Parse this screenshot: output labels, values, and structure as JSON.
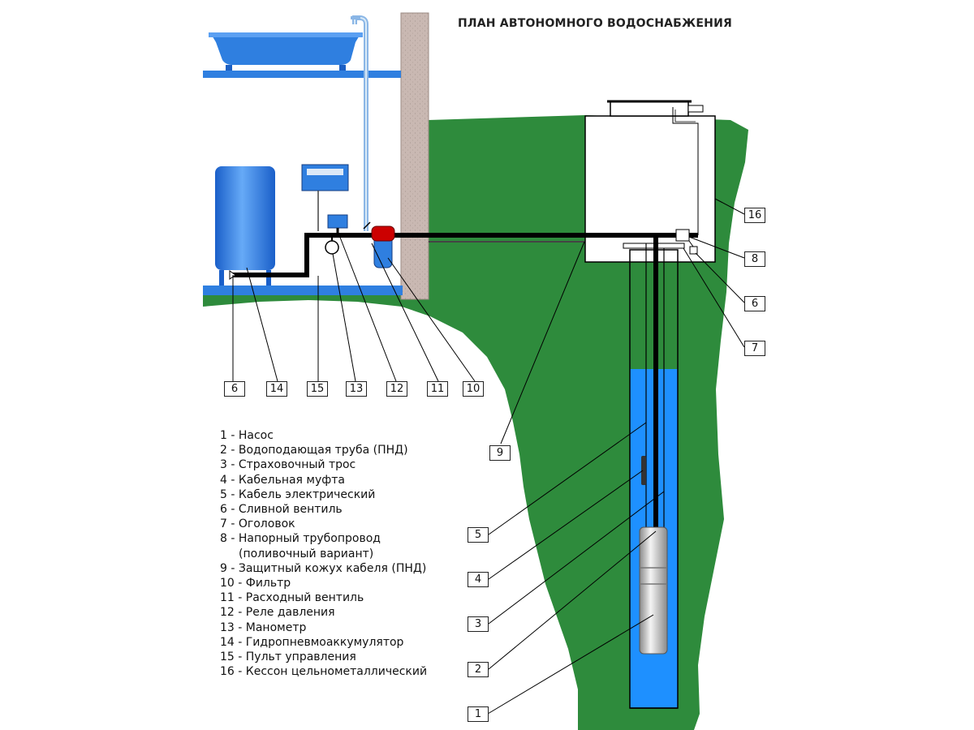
{
  "title": "ПЛАН АВТОНОМНОГО ВОДОСНАБЖЕНИЯ",
  "colors": {
    "ground": "#2e8b3c",
    "water": "#1e90ff",
    "pipe": "#000000",
    "wall": "#c9b8b2",
    "equipment_blue": "#2f7fe0",
    "filter_red": "#cc0000"
  },
  "legend": [
    {
      "text": "1 - Насос"
    },
    {
      "text": "2 - Водоподающая труба (ПНД)"
    },
    {
      "text": "3 - Страховочный трос"
    },
    {
      "text": "4 - Кабельная муфта"
    },
    {
      "text": "5 - Кабель электрический"
    },
    {
      "text": "6 - Сливной вентиль"
    },
    {
      "text": "7 - Оголовок"
    },
    {
      "text": "8 - Напорный трубопровод"
    },
    {
      "text": "(поливочный вариант)",
      "sub": true
    },
    {
      "text": "9 - Защитный кожух кабеля (ПНД)"
    },
    {
      "text": "10 - Фильтр"
    },
    {
      "text": "11 - Расходный вентиль"
    },
    {
      "text": "12 - Реле давления"
    },
    {
      "text": "13 - Манометр"
    },
    {
      "text": "14 - Гидропневмоаккумулятор"
    },
    {
      "text": "15 - Пульт управления"
    },
    {
      "text": "16 - Кессон цельнометаллический"
    }
  ],
  "callouts": [
    {
      "label": "6"
    },
    {
      "label": "14"
    },
    {
      "label": "15"
    },
    {
      "label": "13"
    },
    {
      "label": "12"
    },
    {
      "label": "11"
    },
    {
      "label": "10"
    },
    {
      "label": "16"
    },
    {
      "label": "8"
    },
    {
      "label": "6"
    },
    {
      "label": "7"
    },
    {
      "label": "9"
    },
    {
      "label": "5"
    },
    {
      "label": "4"
    },
    {
      "label": "3"
    },
    {
      "label": "2"
    },
    {
      "label": "1"
    }
  ]
}
